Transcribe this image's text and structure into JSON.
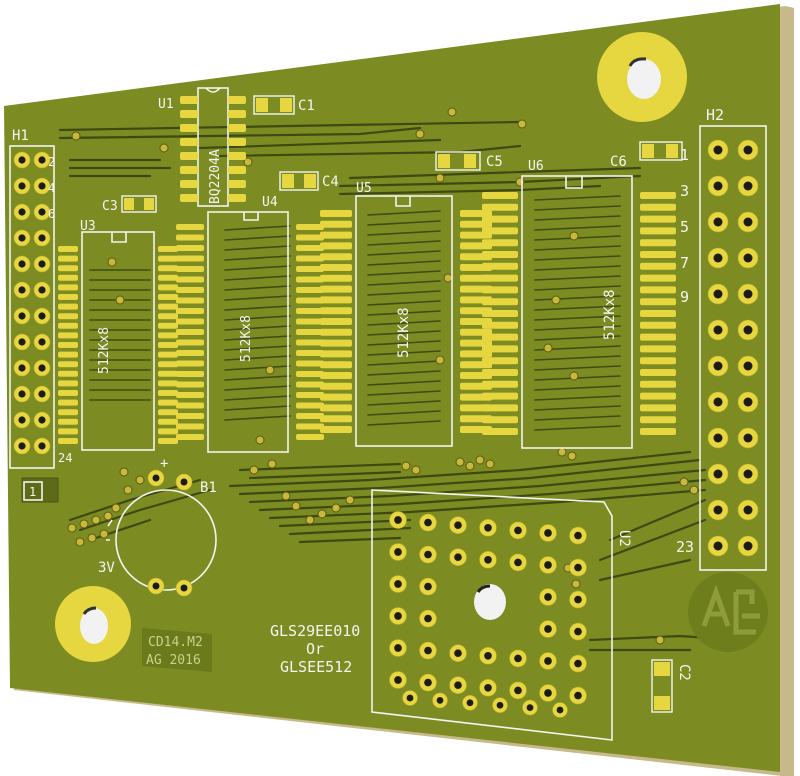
{
  "board": {
    "colors": {
      "soldermask": "#7c8c22",
      "soldermask_dark": "#5d6b18",
      "edge": "#c8b98a",
      "copper_pad": "#e6d640",
      "silkscreen": "#f4f4f0",
      "trace": "#3d4a12"
    }
  },
  "components": {
    "u1": {
      "ref": "U1",
      "part": "BQ2204A"
    },
    "u2": {
      "ref": "U2"
    },
    "u3": {
      "ref": "U3",
      "part": "512Kx8"
    },
    "u4": {
      "ref": "U4",
      "part": "512Kx8"
    },
    "u5": {
      "ref": "U5",
      "part": "512Kx8"
    },
    "u6": {
      "ref": "U6",
      "part": "512Kx8"
    },
    "c1": {
      "ref": "C1"
    },
    "c2": {
      "ref": "C2"
    },
    "c3": {
      "ref": "C3"
    },
    "c4": {
      "ref": "C4"
    },
    "c5": {
      "ref": "C5"
    },
    "c6": {
      "ref": "C6"
    },
    "b1": {
      "ref": "B1",
      "voltage": "3V",
      "polarity": "+"
    }
  },
  "headers": {
    "h1": {
      "ref": "H1",
      "pin_labels": [
        "2",
        "4",
        "6",
        "24"
      ]
    },
    "h2": {
      "ref": "H2",
      "pin_labels": [
        "1",
        "3",
        "5",
        "7",
        "9",
        "23"
      ]
    }
  },
  "markings": {
    "chip_note": [
      "GLS29EE010",
      "Or",
      "GLSEE512"
    ],
    "board_id": [
      "CD14.M2",
      "AG 2016"
    ],
    "pin_one": "1"
  }
}
